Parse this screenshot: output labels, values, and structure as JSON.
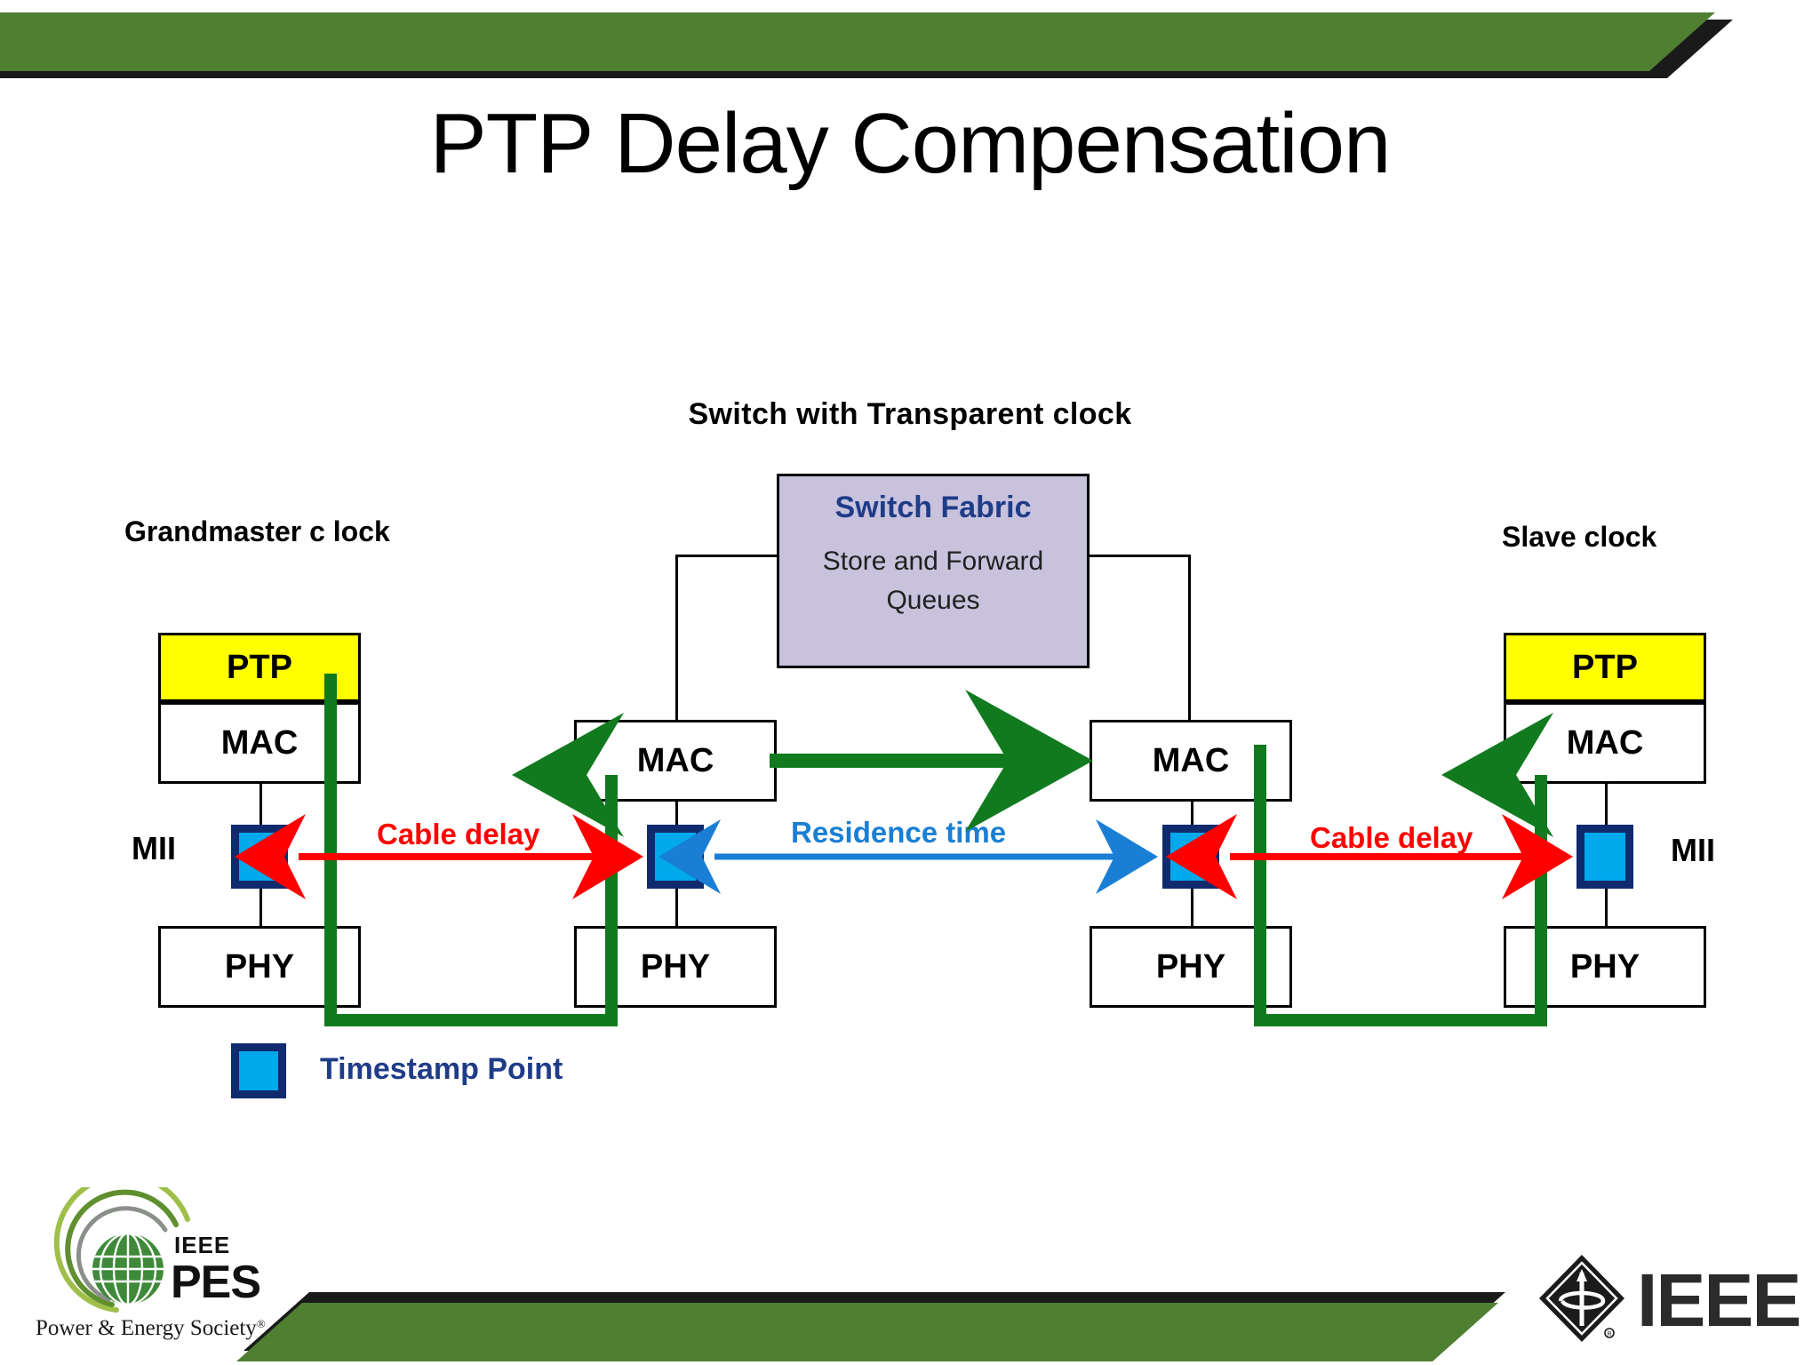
{
  "slide": {
    "title": "PTP Delay Compensation",
    "background_color": "#ffffff",
    "accent_green": "#4f7f31",
    "accent_black": "#1a1a1a"
  },
  "diagram": {
    "switch_header": "Switch with  Transparent  clock",
    "left_label": "Grandmaster c lock",
    "right_label": "Slave clock",
    "mii_left": "MII",
    "mii_right": "MII",
    "fabric": {
      "title": "Switch Fabric",
      "line1": "Store and Forward",
      "line2": "Queues",
      "fill_color": "#c8c2dd",
      "title_color": "#1f3c88"
    },
    "stacks": [
      {
        "name": "grandmaster",
        "cells": [
          "PTP",
          "MAC",
          "PHY"
        ]
      },
      {
        "name": "switch-ingress",
        "cells": [
          "MAC",
          "PHY"
        ]
      },
      {
        "name": "switch-egress",
        "cells": [
          "MAC",
          "PHY"
        ]
      },
      {
        "name": "slave",
        "cells": [
          "PTP",
          "MAC",
          "PHY"
        ]
      }
    ],
    "annotations": [
      {
        "name": "cable-delay-left",
        "text": "Cable delay",
        "color": "#ff0000"
      },
      {
        "name": "residence-time",
        "text": "Residence time",
        "color": "#1a7fd4"
      },
      {
        "name": "cable-delay-right",
        "text": "Cable delay",
        "color": "#ff0000"
      }
    ],
    "legend": {
      "label": "Timestamp Point",
      "swatch_fill": "#00a8ec",
      "swatch_border": "#102a6e",
      "label_color": "#1f3c88"
    },
    "path_color": "#117a1e",
    "ptp_fill": "#ffff00"
  },
  "logos": {
    "pes": {
      "ieee_text": "IEEE",
      "pes_text": "PES",
      "tagline": "Power & Energy Society",
      "registered_mark": "®"
    },
    "ieee": {
      "wordmark": "IEEE",
      "registered_mark": "®"
    }
  }
}
